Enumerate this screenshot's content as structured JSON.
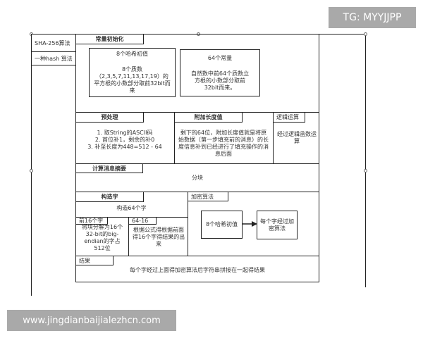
{
  "watermark_top": "TG: MYYJJPP",
  "watermark_bottom": "www.jingdianbaijialezhcn.com",
  "side": {
    "title": "SHA-256算法",
    "subtitle": "一种hash 算法"
  },
  "const_init": {
    "tab": "常量初始化",
    "hash_box": {
      "title": "8个哈希初值",
      "desc": "8个质数（2,3,5,7,11,13,17,19）的平方根的小数部分取前32bit而来"
    },
    "const_box": {
      "title": "64个常量",
      "desc": "自然数中前64个质数立方根的小数部分取前32bit而来。"
    }
  },
  "preprocess": {
    "tab": "预处理",
    "lines": [
      "1. 取String的ASCII码",
      "2. 首位补1，剩余的补0",
      "3. 补至长度为448=512 - 64"
    ]
  },
  "append_len": {
    "tab": "附加长度值",
    "desc": "剩下的64位，附加长度值就是将原始数据（第一步填充前的消息）的长度信息补到已经进行了填充操作的消息后面"
  },
  "logic": {
    "tab": "逻辑运算",
    "desc": "经过逻辑函数运算"
  },
  "digest": {
    "tab": "计算消息摘要",
    "desc": "分块"
  },
  "construct": {
    "tab": "构造字",
    "desc": "构造64个字",
    "first16": {
      "tab": "前16个字",
      "desc": "将块分解为16个32-bit的big-endian的字占512位"
    },
    "rest": {
      "tab": "64-16",
      "desc": "根据公式得根据前面得16个字得结果的出来"
    }
  },
  "encrypt": {
    "tab": "加密算法",
    "box1": "8个哈希初值",
    "box2": "每个字经过加密算法"
  },
  "result": {
    "tab": "结果",
    "desc": "每个字经过上面得加密算法后字符串拼接在一起得结果"
  }
}
